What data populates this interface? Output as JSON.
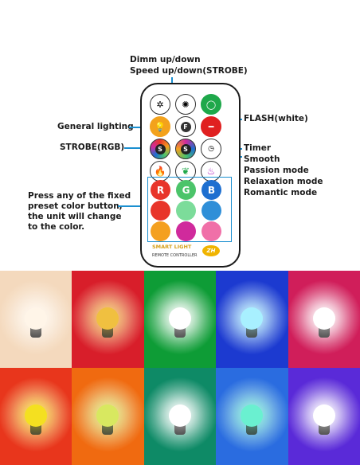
{
  "labels": {
    "dimm": "Dimm up/down",
    "speed": "Speed up/down(STROBE)",
    "general": "General lighting",
    "strobe_rgb": "STROBE(RGB)",
    "flash": "FLASH(white)",
    "timer": "Timer",
    "smooth": "Smooth",
    "passion": "Passion mode",
    "relaxation": "Relaxation mode",
    "romantic": "Romantic mode",
    "press1": "Press any of the fixed",
    "press2": "preset color button,",
    "press3": "the unit will change",
    "press4": "to the color."
  },
  "remote": {
    "brand": "SMART LIGHT",
    "subtitle": "REMOTE CONTROLLER",
    "logo": "ZH",
    "buttons": {
      "r": "R",
      "g": "G",
      "b": "B",
      "f": "F",
      "s1": "S",
      "s2": "S"
    }
  },
  "colors": {
    "preset": [
      "#e8352a",
      "#4cc46a",
      "#1e6fd0",
      "#e8352a",
      "#7cdc9a",
      "#2f8fd8",
      "#f4a020",
      "#d02a9c",
      "#f070a8"
    ]
  },
  "tiles": [
    {
      "bg": "#f4d9bd",
      "bulb": "#fff5e8"
    },
    {
      "bg": "#d81e2a",
      "bulb": "#f0c040"
    },
    {
      "bg": "#0e9c36",
      "bulb": "#ffffff"
    },
    {
      "bg": "#1c3ad0",
      "bulb": "#a8f0ff"
    },
    {
      "bg": "#d01e5a",
      "bulb": "#ffffff"
    },
    {
      "bg": "#e8361c",
      "bulb": "#f4e020"
    },
    {
      "bg": "#f06a10",
      "bulb": "#d8e860"
    },
    {
      "bg": "#0e8a66",
      "bulb": "#ffffff"
    },
    {
      "bg": "#2a6ce0",
      "bulb": "#6af0d0"
    },
    {
      "bg": "#5a2ad8",
      "bulb": "#ffffff"
    }
  ]
}
